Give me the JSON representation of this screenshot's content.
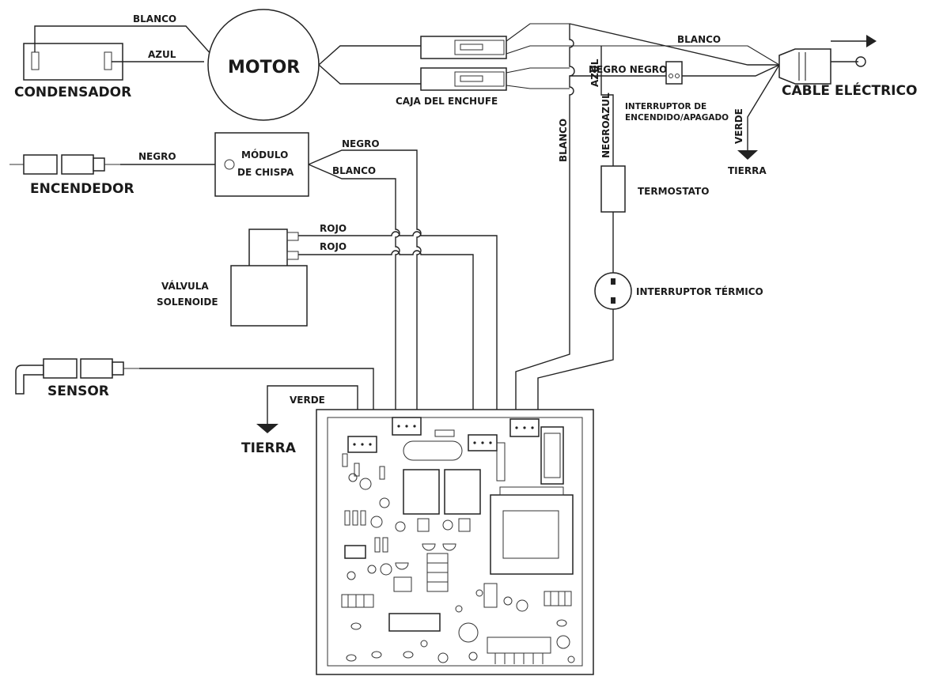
{
  "labels": {
    "condensador": "CONDENSADOR",
    "motor": "MOTOR",
    "caja_enchufe": "CAJA DEL ENCHUFE",
    "cable_electrico": "CABLE ELÉCTRICO",
    "interruptor_line1": "INTERRUPTOR DE",
    "interruptor_line2": "ENCENDIDO/APAGADO",
    "encendedor": "ENCENDEDOR",
    "modulo_line1": "MÓDULO",
    "modulo_line2": "DE CHISPA",
    "termostato": "TERMOSTATO",
    "valvula_line1": "VÁLVULA",
    "valvula_line2": "SOLENOIDE",
    "interruptor_termico": "INTERRUPTOR TÉRMICO",
    "sensor": "SENSOR",
    "tierra_top": "TIERRA",
    "tierra_bottom": "TIERRA"
  },
  "wires": {
    "blanco_cond": "BLANCO",
    "azul_cond": "AZUL",
    "blanco_top": "BLANCO",
    "negro_negro": "NEGRO NEGRO",
    "azul_vert": "AZUL",
    "verde_vert": "VERDE",
    "blanco_vert": "BLANCO",
    "negro_azul_vert": "NEGROAZUL",
    "negro_enc": "NEGRO",
    "negro_mod": "NEGRO",
    "blanco_mod": "BLANCO",
    "rojo_1": "ROJO",
    "rojo_2": "ROJO",
    "verde_pcb": "VERDE"
  }
}
